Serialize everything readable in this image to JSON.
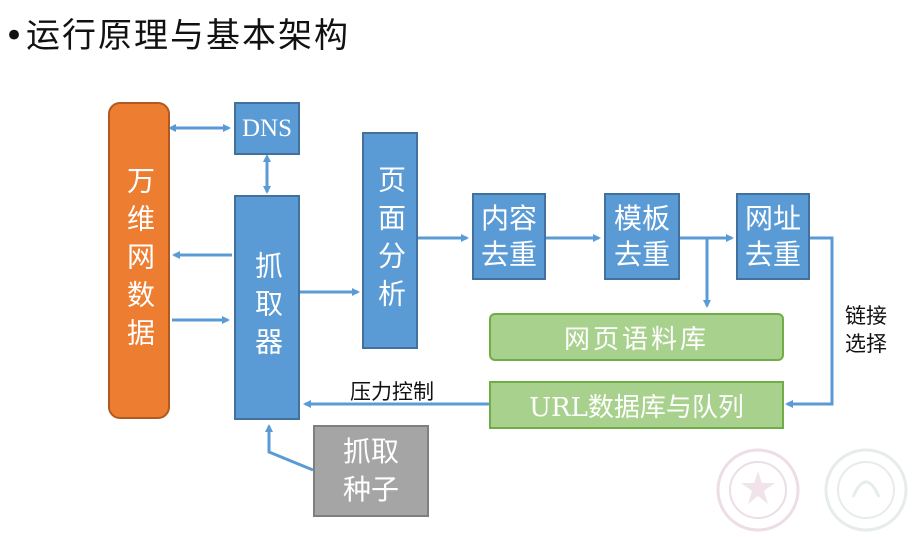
{
  "title": "•运行原理与基本架构",
  "nodes": {
    "web": "万维网数据",
    "dns": "DNS",
    "crawler": "抓取器",
    "page_analysis": "页面分析",
    "content_dedup_line1": "内容",
    "content_dedup_line2": "去重",
    "template_dedup_line1": "模板",
    "template_dedup_line2": "去重",
    "url_dedup_line1": "网址",
    "url_dedup_line2": "去重",
    "corpus": "网页语料库",
    "url_queue": "URL数据库与队列",
    "seed_line1": "抓取",
    "seed_line2": "种子"
  },
  "labels": {
    "pressure_control": "压力控制",
    "link_select_line1": "链接",
    "link_select_line2": "选择"
  },
  "colors": {
    "blue": "#5b9bd5",
    "orange": "#ed7d31",
    "green": "#a9d18e",
    "gray": "#a5a5a5",
    "arrow": "#5b9bd5"
  }
}
